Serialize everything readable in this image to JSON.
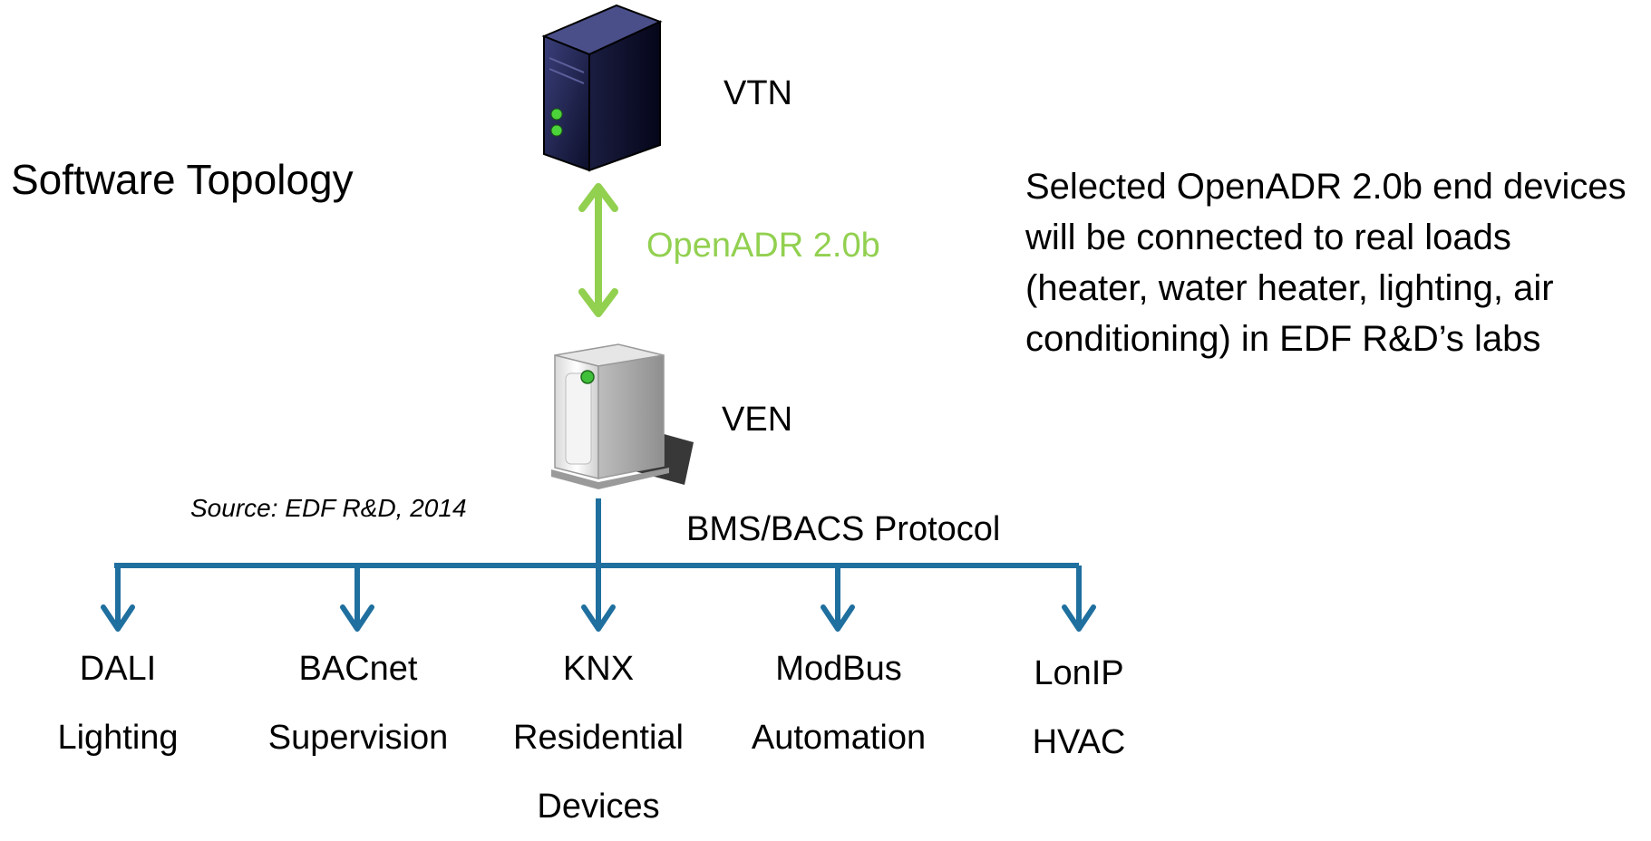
{
  "title": "Software Topology",
  "vtn": {
    "label": "VTN",
    "icon": "server-tower-icon"
  },
  "ven": {
    "label": "VEN",
    "icon": "desktop-tower-icon"
  },
  "link_protocol": {
    "label": "OpenADR 2.0b",
    "color": "#92d050"
  },
  "note": "Selected OpenADR 2.0b end devices will be connected to real loads (heater, water heater, lighting, air conditioning) in EDF R&D’s labs",
  "source": "Source: EDF R&D, 2014",
  "bus_protocol": {
    "label": "BMS/BACS Protocol",
    "color": "#1f6f9f"
  },
  "devices": [
    {
      "name": "DALI",
      "desc": "Lighting"
    },
    {
      "name": "BACnet",
      "desc": "Supervision"
    },
    {
      "name": "KNX",
      "desc": "Residential Devices"
    },
    {
      "name": "ModBus",
      "desc": "Automation"
    },
    {
      "name": "LonIP",
      "desc": "HVAC"
    }
  ]
}
